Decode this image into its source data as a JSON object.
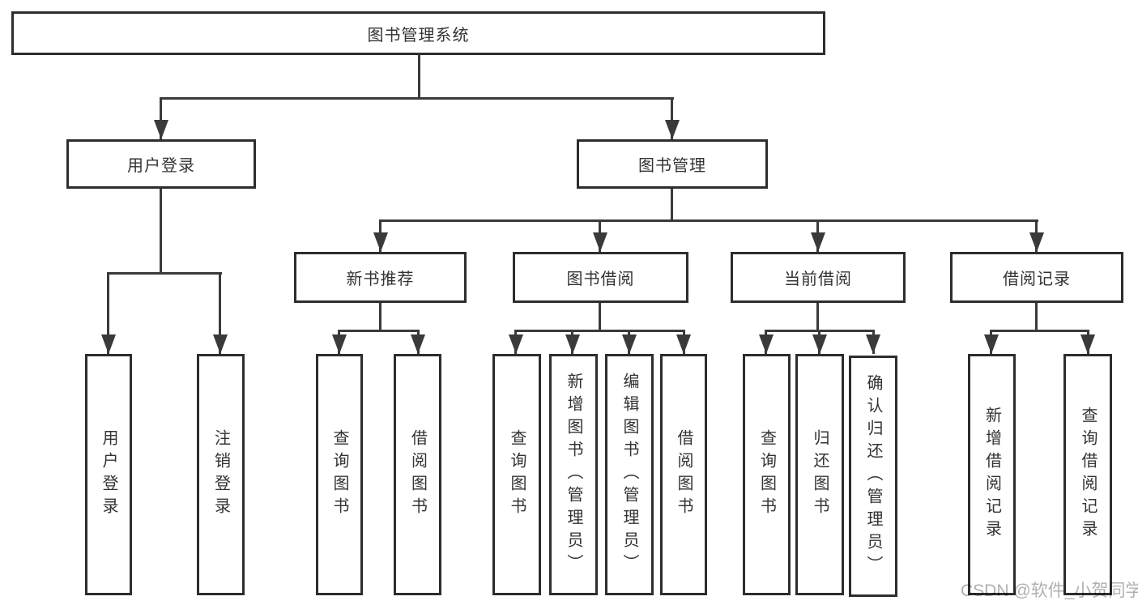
{
  "diagram": {
    "root": {
      "label": "图书管理系统"
    },
    "level2": [
      {
        "label": "用户登录"
      },
      {
        "label": "图书管理"
      }
    ],
    "level3": [
      {
        "label": "新书推荐"
      },
      {
        "label": "图书借阅"
      },
      {
        "label": "当前借阅"
      },
      {
        "label": "借阅记录"
      }
    ],
    "leaves": {
      "user_login": [
        "用户登录",
        "注销登录"
      ],
      "new_book": [
        "查询图书",
        "借阅图书"
      ],
      "borrow": [
        "查询图书",
        "新增图书（管理员）",
        "编辑图书（管理员）",
        "借阅图书"
      ],
      "current": [
        "查询图书",
        "归还图书",
        "确认归还（管理员）"
      ],
      "records": [
        "新增借阅记录",
        "查询借阅记录"
      ]
    }
  },
  "watermark": {
    "text": "CSDN @软件_小贺同学",
    "color": "#b0b0b0"
  },
  "colors": {
    "background": "#ffffff",
    "line": "#3a3a3a",
    "box_border": "#2d2d2d",
    "text": "#333333"
  }
}
